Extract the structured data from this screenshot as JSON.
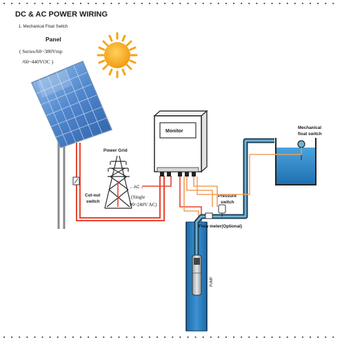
{
  "header": {
    "title": "DC & AC POWER WIRING",
    "subtitle": "1. Mechanical Float Switch"
  },
  "panel": {
    "label": "Panel",
    "spec_line1": "( Series/60~380Vmp",
    "spec_line2": "/60~440VOC )"
  },
  "power_grid": {
    "label": "Power Grid",
    "ac_label": "←AC→",
    "spec_line1": "(Single",
    "spec_line2": "90~240V AC)"
  },
  "cutout_switch": {
    "line1": "Cut-out",
    "line2": "switch"
  },
  "monitor": {
    "label": "Monitor"
  },
  "pressure_switch": {
    "line1": "Pressure",
    "line2": "switch"
  },
  "float_switch": {
    "line1": "Mechanical",
    "line2": "float switch"
  },
  "flow_meter": {
    "label": "Flow meter(Optional)"
  },
  "pump": {
    "label": "PUMP"
  },
  "colors": {
    "wire_red": "#e8442e",
    "wire_orange": "#f0a05a",
    "pipe_blue": "#3a7fa3",
    "pipe_dark": "#1f3f55",
    "water": "#2f86c6",
    "sun": "#f5a31a",
    "panel_blue": "#5b93d4"
  }
}
